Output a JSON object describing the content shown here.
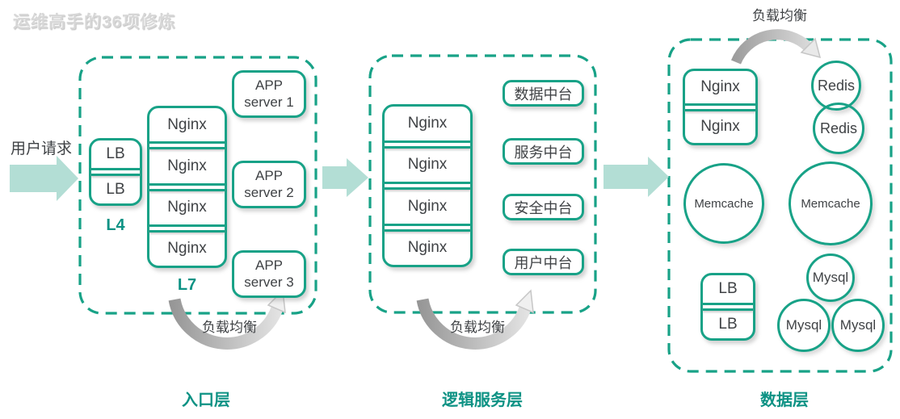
{
  "watermark": "运维高手的36项修炼",
  "labels": {
    "user_request": "用户请求",
    "load_balance": "负载均衡"
  },
  "entry_layer": {
    "title": "入口层",
    "l4_label": "L4",
    "l7_label": "L7",
    "lb_nodes": [
      "LB",
      "LB"
    ],
    "nginx_nodes": [
      "Nginx",
      "Nginx",
      "Nginx",
      "Nginx"
    ],
    "app_servers": [
      {
        "line1": "APP",
        "line2": "server 1"
      },
      {
        "line1": "APP",
        "line2": "server 2"
      },
      {
        "line1": "APP",
        "line2": "server 3"
      }
    ]
  },
  "logic_layer": {
    "title": "逻辑服务层",
    "nginx_nodes": [
      "Nginx",
      "Nginx",
      "Nginx",
      "Nginx"
    ],
    "platforms": [
      "数据中台",
      "服务中台",
      "安全中台",
      "用户中台"
    ]
  },
  "data_layer": {
    "title": "数据层",
    "nginx_nodes": [
      "Nginx",
      "Nginx"
    ],
    "redis_nodes": [
      "Redis",
      "Redis"
    ],
    "memcache_nodes": [
      "Memcache",
      "Memcache"
    ],
    "lb_nodes": [
      "LB",
      "LB"
    ],
    "mysql_nodes": [
      "Mysql",
      "Mysql",
      "Mysql"
    ]
  },
  "colors": {
    "green_border": "#18a287",
    "teal_text": "#0d9284",
    "dark_text": "#3f4245",
    "arrow_fill": "#b3ded5",
    "arc_gray": "#9e9e9e"
  }
}
